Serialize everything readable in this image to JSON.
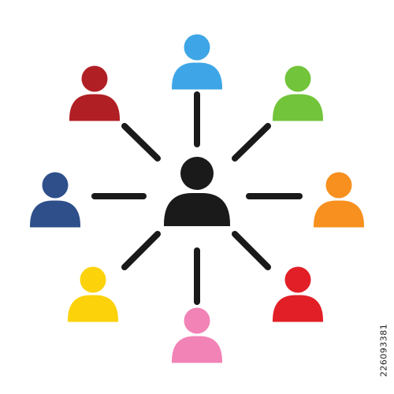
{
  "illustration": {
    "background": "#ffffff",
    "connector_color": "#1a1a1a",
    "center_person": {
      "icon": "person-icon",
      "color": "#1a1a1a"
    },
    "people": [
      {
        "id": "top",
        "icon": "person-icon",
        "color": "#3ea6e6"
      },
      {
        "id": "top-right",
        "icon": "person-icon",
        "color": "#72c43a"
      },
      {
        "id": "right",
        "icon": "person-icon",
        "color": "#f7901e"
      },
      {
        "id": "bottom-right",
        "icon": "person-icon",
        "color": "#e21f26"
      },
      {
        "id": "bottom",
        "icon": "person-icon",
        "color": "#f283b6"
      },
      {
        "id": "bottom-left",
        "icon": "person-icon",
        "color": "#fcd20a"
      },
      {
        "id": "left",
        "icon": "person-icon",
        "color": "#2e4f8a"
      },
      {
        "id": "top-left",
        "icon": "person-icon",
        "color": "#b01f24"
      }
    ]
  },
  "stock_id": "226093381"
}
